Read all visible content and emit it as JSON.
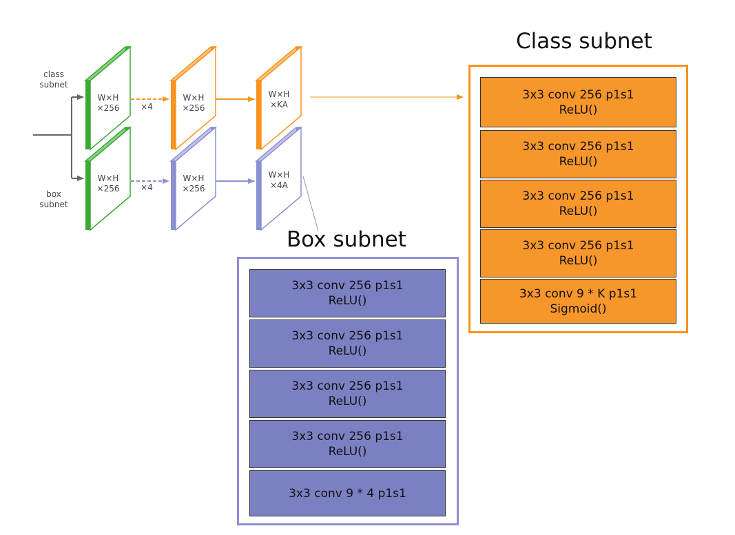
{
  "colors": {
    "green": "#3aaa35",
    "orange": "#f7931e",
    "blue": "#8c8fd0",
    "box_fill": "#7b80c2",
    "class_fill": "#f7962b",
    "arrow_gray": "#666666"
  },
  "left_labels": {
    "class_line1": "class",
    "class_line2": "subnet",
    "box_line1": "box",
    "box_line2": "subnet"
  },
  "maps": {
    "top_green": [
      "W×H",
      "×256"
    ],
    "top_orange": [
      "W×H",
      "×256"
    ],
    "top_out": [
      "W×H",
      "×KA"
    ],
    "bot_green": [
      "W×H",
      "×256"
    ],
    "bot_blue": [
      "W×H",
      "×256"
    ],
    "bot_out": [
      "W×H",
      "×4A"
    ],
    "repeat_top": "×4",
    "repeat_bot": "×4"
  },
  "class_subnet": {
    "title": "Class subnet",
    "layers": [
      {
        "line1": "3x3 conv 256 p1s1",
        "line2": "ReLU()"
      },
      {
        "line1": "3x3 conv 256 p1s1",
        "line2": "ReLU()"
      },
      {
        "line1": "3x3 conv 256 p1s1",
        "line2": "ReLU()"
      },
      {
        "line1": "3x3 conv 256 p1s1",
        "line2": "ReLU()"
      },
      {
        "line1": "3x3 conv 9 * K p1s1",
        "line2": "Sigmoid()"
      }
    ]
  },
  "box_subnet": {
    "title": "Box subnet",
    "layers": [
      {
        "line1": "3x3 conv 256 p1s1",
        "line2": "ReLU()"
      },
      {
        "line1": "3x3 conv 256 p1s1",
        "line2": "ReLU()"
      },
      {
        "line1": "3x3 conv 256 p1s1",
        "line2": "ReLU()"
      },
      {
        "line1": "3x3 conv 256 p1s1",
        "line2": "ReLU()"
      },
      {
        "line1": "3x3 conv 9 * 4 p1s1",
        "line2": ""
      }
    ]
  }
}
